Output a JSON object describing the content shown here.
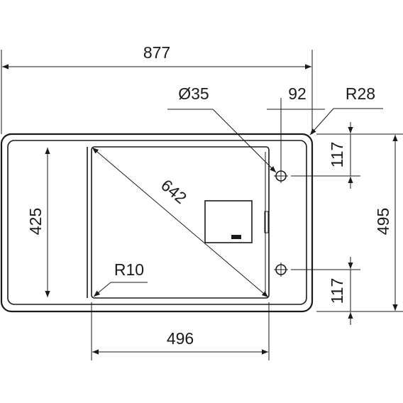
{
  "dimensions": {
    "overall_width": "877",
    "tap_hole_diameter": "Ø35",
    "tap_hole_offset": "92",
    "corner_radius_outer": "R28",
    "edge_to_tap_hole": "117",
    "overall_depth": "495",
    "bowl_depth": "425",
    "bowl_diagonal": "642",
    "corner_radius_bowl": "R10",
    "bowl_width": "496",
    "edge_to_tap_hole_bottom": "117"
  }
}
